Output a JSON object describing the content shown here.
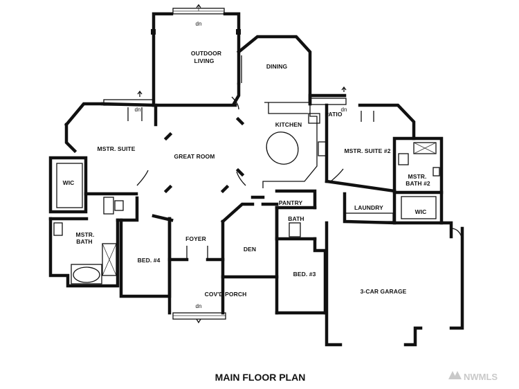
{
  "title": "MAIN FLOOR PLAN",
  "watermark": "NWMLS",
  "stair_note": "dn",
  "rooms": {
    "outdoor_living": [
      "OUTDOOR",
      "LIVING"
    ],
    "dining": "DINING",
    "kitchen": "KITCHEN",
    "patio": "PATIO",
    "master_suite": "MSTR. SUITE",
    "great_room": "GREAT ROOM",
    "master_suite_2": "MSTR. SUITE #2",
    "wic_left": "WIC",
    "wic_right": "WIC",
    "master_bath": [
      "MSTR.",
      "BATH"
    ],
    "master_bath_2": [
      "MSTR.",
      "BATH #2"
    ],
    "pantry": "PANTRY",
    "laundry": "LAUNDRY",
    "bath": "BATH",
    "foyer": "FOYER",
    "den": "DEN",
    "bed_4": "BED. #4",
    "bed_3": "BED. #3",
    "covd_porch": "COV'D PORCH",
    "garage": "3-CAR GARAGE"
  }
}
